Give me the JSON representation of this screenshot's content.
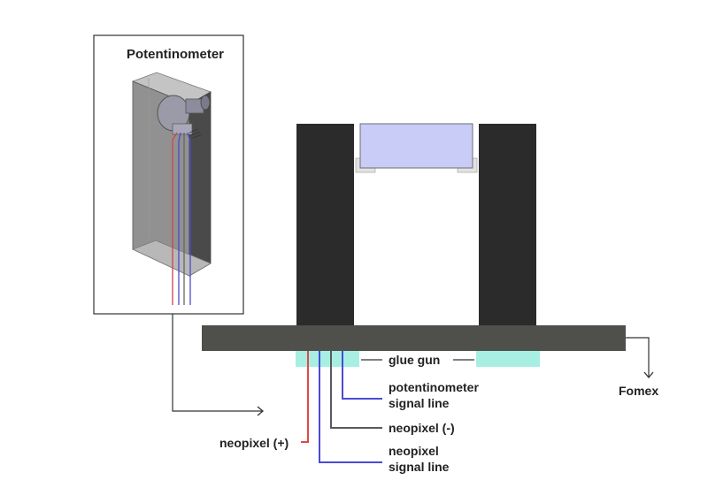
{
  "inset": {
    "title": "Potentinometer"
  },
  "labels": {
    "glue_gun": "glue gun",
    "fomex": "Fomex",
    "pot_signal": [
      "potentinometer",
      "signal line"
    ],
    "neopixel_minus": "neopixel (-)",
    "neopixel_plus": "neopixel (+)",
    "neopixel_signal": [
      "neopixel",
      "signal line"
    ]
  },
  "colors": {
    "pillar": "#2b2b2b",
    "base": "#4f504c",
    "top_panel": "#c9ccf7",
    "glue": "#a8efe3",
    "wire_red": "#e04848",
    "wire_blue": "#4a4ad6",
    "wire_grey": "#5a5a5a"
  }
}
